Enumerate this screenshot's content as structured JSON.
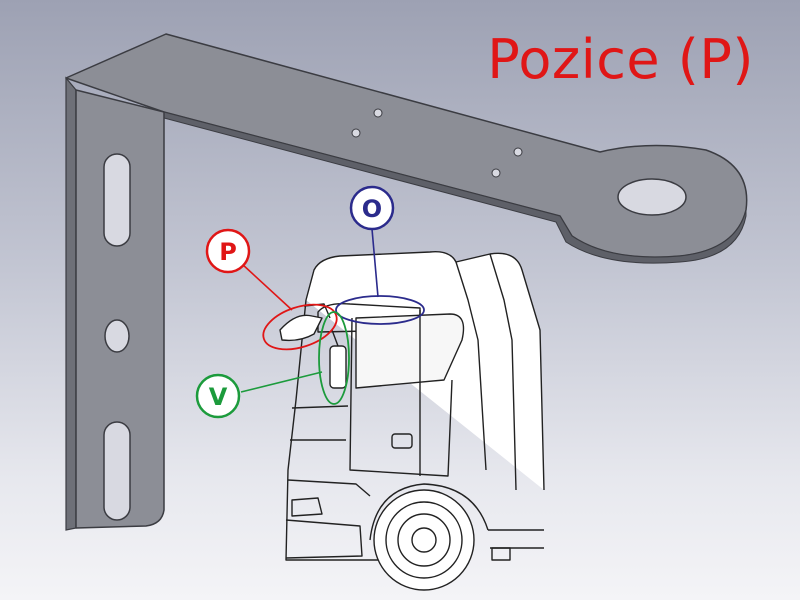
{
  "title": "Pozice (P)",
  "markers": [
    {
      "letter": "O",
      "color": "#2b2b8c"
    },
    {
      "letter": "P",
      "color": "#e01616"
    },
    {
      "letter": "V",
      "color": "#1c9b3c"
    }
  ]
}
